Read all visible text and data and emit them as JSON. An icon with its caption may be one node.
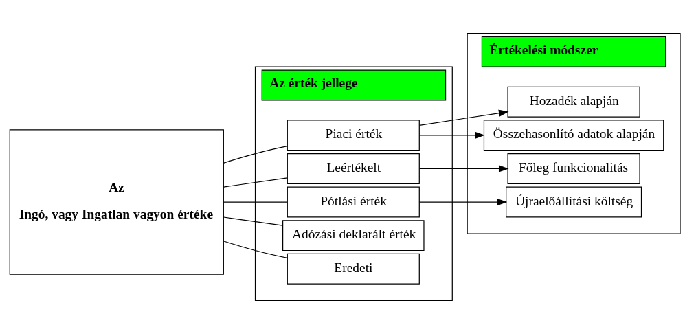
{
  "diagram": {
    "nodes": [
      {
        "text": [
          "Az",
          "Ingó, vagy Ingatlan vagyon értéke"
        ]
      },
      {
        "text": [
          "Az érték jellege"
        ]
      },
      {
        "text": [
          "Eredeti"
        ],
        "in": 1
      },
      {
        "text": [
          "Adózási deklarált érték"
        ],
        "in": 1
      },
      {
        "text": [
          "Pótlási érték"
        ],
        "in": 1
      },
      {
        "text": [
          "Leértékelt"
        ],
        "in": 1
      },
      {
        "text": [
          "Piaci érték"
        ],
        "in": 1
      },
      {
        "text": [
          "Értékelési módszer"
        ]
      },
      {
        "text": [
          "Újraelőállítási költség"
        ],
        "in": 7
      },
      {
        "text": [
          "Főleg funkcionalitás"
        ],
        "in": 7
      },
      {
        "text": [
          "Összehasonlító adatok alapján"
        ],
        "in": 7
      },
      {
        "text": [
          "Hozadék alapján"
        ],
        "in": 7
      }
    ],
    "edges": [
      {
        "from": 0,
        "to": 2,
        "arrow": "none"
      },
      {
        "from": 0,
        "to": 3,
        "arrow": "none"
      },
      {
        "from": 0,
        "to": 4,
        "arrow": "none"
      },
      {
        "from": 0,
        "to": 5,
        "arrow": "none"
      },
      {
        "from": 0,
        "to": 6,
        "arrow": "none"
      },
      {
        "from": 4,
        "to": 8,
        "arrow": "to"
      },
      {
        "from": 5,
        "to": 9,
        "arrow": "to"
      },
      {
        "from": 6,
        "to": 10,
        "arrow": "to"
      },
      {
        "from": 6,
        "to": 11,
        "arrow": "to"
      }
    ]
  }
}
